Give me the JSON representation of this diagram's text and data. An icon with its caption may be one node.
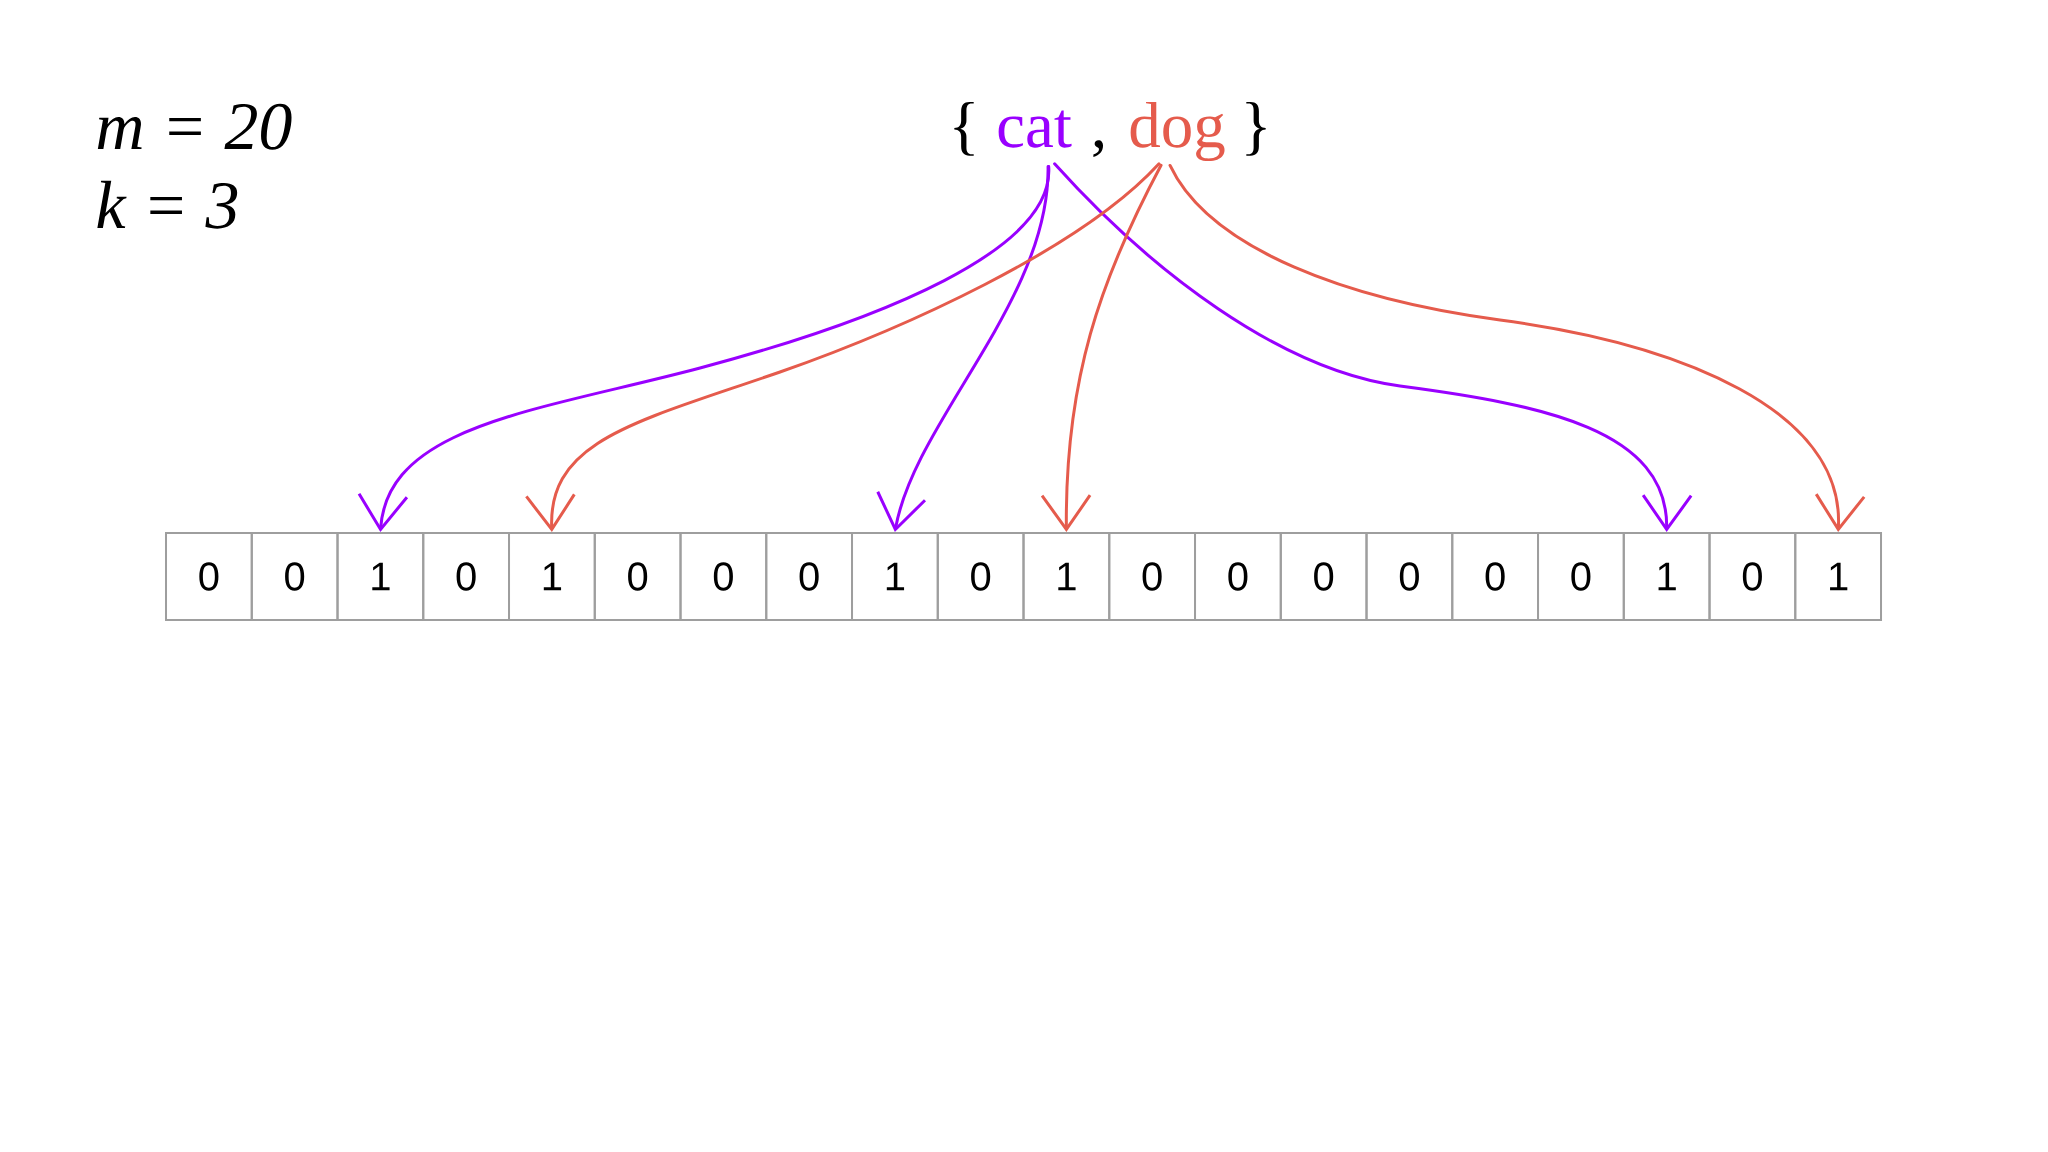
{
  "diagram": {
    "nodes": [
      {
        "text": [
          "cat"
        ]
      },
      {
        "text": [
          "dog"
        ]
      },
      {
        "text": [
          "0"
        ]
      },
      {
        "text": [
          "0"
        ]
      },
      {
        "text": [
          "1"
        ]
      },
      {
        "text": [
          "0"
        ]
      },
      {
        "text": [
          "1"
        ]
      },
      {
        "text": [
          "0"
        ]
      },
      {
        "text": [
          "0"
        ]
      },
      {
        "text": [
          "0"
        ]
      },
      {
        "text": [
          "1"
        ]
      },
      {
        "text": [
          "0"
        ]
      },
      {
        "text": [
          "1"
        ]
      },
      {
        "text": [
          "0"
        ]
      },
      {
        "text": [
          "0"
        ]
      },
      {
        "text": [
          "0"
        ]
      },
      {
        "text": [
          "0"
        ]
      },
      {
        "text": [
          "0"
        ]
      },
      {
        "text": [
          "0"
        ]
      },
      {
        "text": [
          "1"
        ]
      },
      {
        "text": [
          "0"
        ]
      },
      {
        "text": [
          "1"
        ]
      }
    ],
    "edges": [
      {
        "from": 0,
        "to": 4,
        "arrow": "to",
        "color": "#9900ff"
      },
      {
        "from": 0,
        "to": 10,
        "arrow": "to",
        "color": "#9900ff"
      },
      {
        "from": 0,
        "to": 19,
        "arrow": "to",
        "color": "#9900ff"
      },
      {
        "from": 1,
        "to": 6,
        "arrow": "to",
        "color": "#e55b4c"
      },
      {
        "from": 1,
        "to": 12,
        "arrow": "to",
        "color": "#e55b4c"
      },
      {
        "from": 1,
        "to": 21,
        "arrow": "to",
        "color": "#e55b4c"
      }
    ],
    "labels": [
      "m = 20",
      "k = 3",
      "{",
      ",",
      "}"
    ]
  }
}
